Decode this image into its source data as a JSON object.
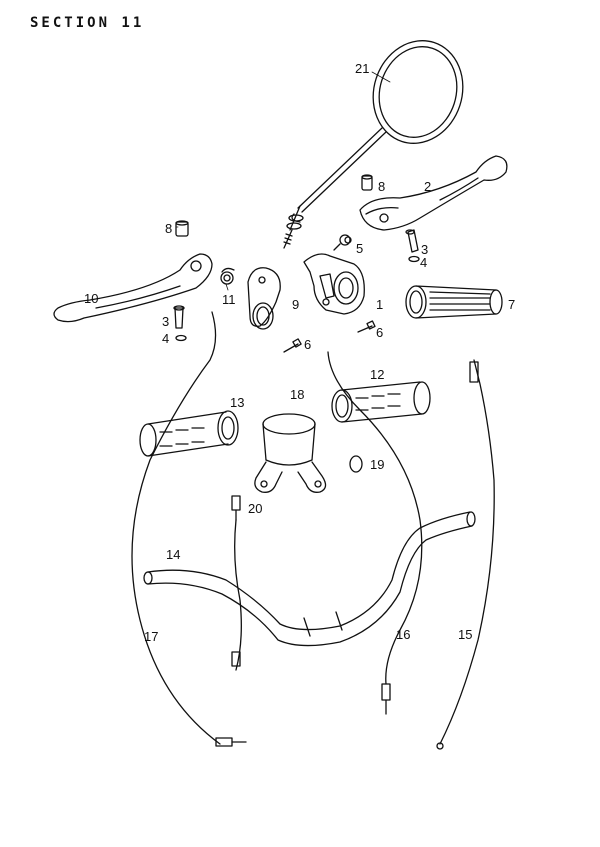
{
  "header": {
    "section_title": "SECTION 11"
  },
  "callouts": [
    {
      "id": "c21",
      "label": "21"
    },
    {
      "id": "c8a",
      "label": "8"
    },
    {
      "id": "c2",
      "label": "2"
    },
    {
      "id": "c8b",
      "label": "8"
    },
    {
      "id": "c5",
      "label": "5"
    },
    {
      "id": "c3a",
      "label": "3"
    },
    {
      "id": "c4a",
      "label": "4"
    },
    {
      "id": "c10",
      "label": "10"
    },
    {
      "id": "c11",
      "label": "11"
    },
    {
      "id": "c9",
      "label": "9"
    },
    {
      "id": "c1",
      "label": "1"
    },
    {
      "id": "c7",
      "label": "7"
    },
    {
      "id": "c3b",
      "label": "3"
    },
    {
      "id": "c4b",
      "label": "4"
    },
    {
      "id": "c6a",
      "label": "6"
    },
    {
      "id": "c6b",
      "label": "6"
    },
    {
      "id": "c18",
      "label": "18"
    },
    {
      "id": "c13",
      "label": "13"
    },
    {
      "id": "c12",
      "label": "12"
    },
    {
      "id": "c19",
      "label": "19"
    },
    {
      "id": "c20",
      "label": "20"
    },
    {
      "id": "c14",
      "label": "14"
    },
    {
      "id": "c17",
      "label": "17"
    },
    {
      "id": "c16",
      "label": "16"
    },
    {
      "id": "c15",
      "label": "15"
    }
  ]
}
